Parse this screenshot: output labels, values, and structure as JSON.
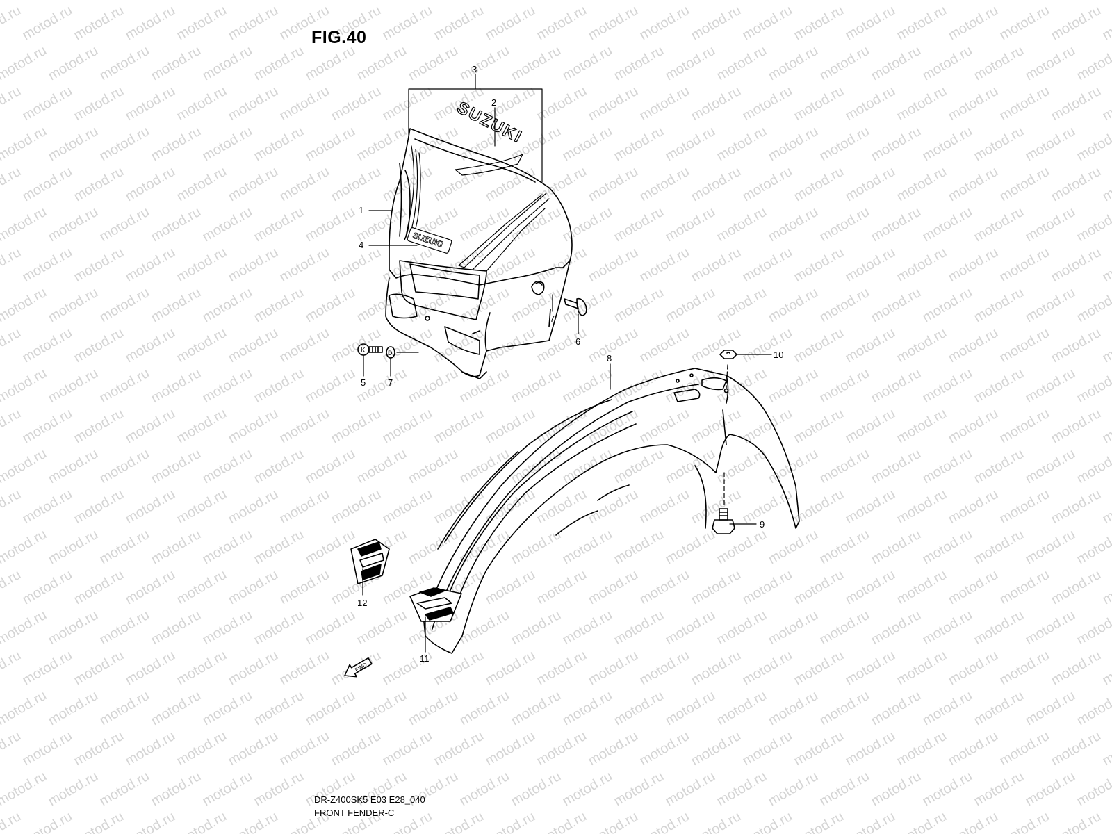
{
  "figure": {
    "title": "FIG.40",
    "code": "DR-Z400SK5 E03 E28_040",
    "name": "FRONT FENDER-C"
  },
  "watermark": {
    "text": "motod.ru",
    "color": "#d4d4d4"
  },
  "parts": [
    {
      "ref": "1"
    },
    {
      "ref": "2"
    },
    {
      "ref": "3"
    },
    {
      "ref": "4"
    },
    {
      "ref": "5"
    },
    {
      "ref": "6"
    },
    {
      "ref": "7"
    },
    {
      "ref": "7"
    },
    {
      "ref": "8"
    },
    {
      "ref": "9"
    },
    {
      "ref": "10"
    },
    {
      "ref": "11"
    },
    {
      "ref": "12"
    }
  ],
  "decals": {
    "brand_text": "SUZUKI",
    "brand_text_small": "SUZUKI",
    "fwd_mark": "FWD"
  },
  "fastener_marks": {
    "bolt_head": "K",
    "washer": "D"
  }
}
